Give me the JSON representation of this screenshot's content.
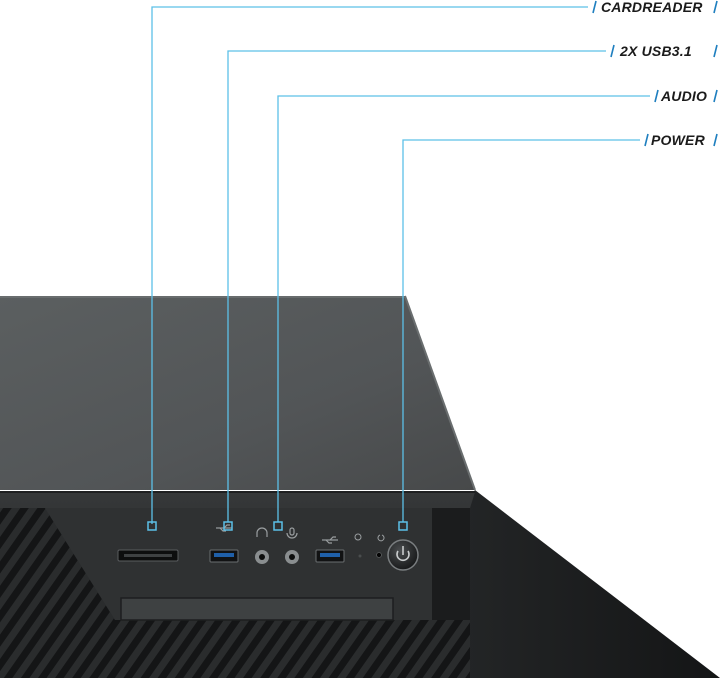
{
  "callouts": [
    {
      "label": "CARDREADER"
    },
    {
      "label": "2X USB3.1"
    },
    {
      "label": "AUDIO"
    },
    {
      "label": "POWER"
    }
  ],
  "colors": {
    "callout_line": "#5cc0e8",
    "callout_tick": "#1f7fbf",
    "case_top": "#5a5d5e",
    "front_panel": "#2c2e2f",
    "vent_dark": "#1a1b1c"
  },
  "icons": [
    "usb-icon",
    "headphone-icon",
    "microphone-icon",
    "hdd-led-icon",
    "power-led-icon",
    "power-button-icon"
  ]
}
